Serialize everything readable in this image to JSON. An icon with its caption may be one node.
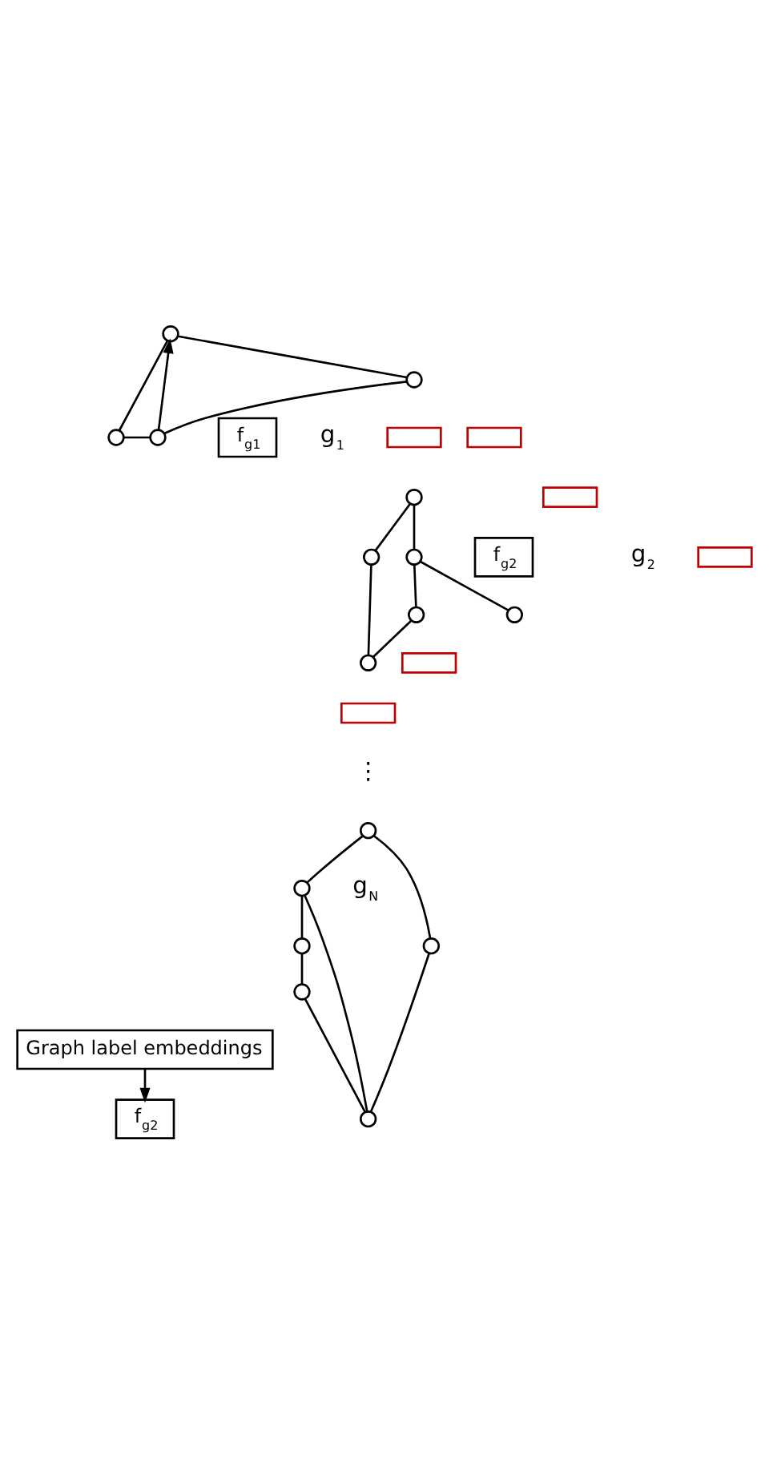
{
  "diagram": {
    "nodes": [
      {
        "text": [],
        "shape": "circle"
      },
      {
        "text": [],
        "shape": "circle"
      },
      {
        "text": [],
        "shape": "circle"
      },
      {
        "text": [],
        "shape": "circle"
      },
      {
        "text": [
          "f$_{g1}$"
        ]
      },
      {
        "text": [],
        "shape": "circle"
      },
      {
        "text": [],
        "shape": "circle"
      },
      {
        "text": [],
        "shape": "circle"
      },
      {
        "text": [],
        "shape": "circle"
      },
      {
        "text": [],
        "shape": "circle"
      },
      {
        "text": [],
        "shape": "circle"
      },
      {
        "text": [],
        "shape": "box"
      },
      {
        "text": [],
        "shape": "box"
      },
      {
        "text": [],
        "shape": "box"
      },
      {
        "text": [],
        "shape": "box"
      },
      {
        "text": [],
        "shape": "box"
      },
      {
        "text": [],
        "shape": "box"
      },
      {
        "text": [
          "f$_{g2}$"
        ]
      },
      {
        "text": [],
        "shape": "circle"
      },
      {
        "text": [],
        "shape": "circle"
      },
      {
        "text": [],
        "shape": "circle"
      },
      {
        "text": [],
        "shape": "circle"
      },
      {
        "text": [],
        "shape": "circle"
      },
      {
        "text": [],
        "shape": "circle"
      },
      {
        "text": [
          "f$_{g2}$"
        ]
      },
      {
        "text": [
          "Graph label embeddings"
        ]
      }
    ],
    "edges": [
      {
        "from": 0,
        "to": 1,
        "arrow": "none"
      },
      {
        "from": 1,
        "to": 2,
        "arrow": "none"
      },
      {
        "from": 2,
        "to": 0,
        "arrow": "to"
      },
      {
        "from": 0,
        "to": 3,
        "arrow": "none"
      },
      {
        "from": 3,
        "to": 2,
        "arrow": "none"
      },
      {
        "from": 8,
        "to": 5,
        "arrow": "none"
      },
      {
        "from": 5,
        "to": 7,
        "arrow": "none"
      },
      {
        "from": 7,
        "to": 6,
        "arrow": "none"
      },
      {
        "from": 7,
        "to": 10,
        "arrow": "none"
      },
      {
        "from": 10,
        "to": 9,
        "arrow": "none"
      },
      {
        "from": 9,
        "to": 8,
        "arrow": "none"
      },
      {
        "from": 18,
        "to": 19,
        "arrow": "none"
      },
      {
        "from": 19,
        "to": 20,
        "arrow": "none"
      },
      {
        "from": 18,
        "to": 21,
        "arrow": "none"
      },
      {
        "from": 21,
        "to": 22,
        "arrow": "none"
      },
      {
        "from": 19,
        "to": 22,
        "arrow": "none"
      },
      {
        "from": 22,
        "to": 23,
        "arrow": "none"
      },
      {
        "from": 20,
        "to": 23,
        "arrow": "none"
      },
      {
        "from": 25,
        "to": 24,
        "arrow": "to"
      }
    ],
    "labels": [
      "g$_{1}$",
      "g$_{2}$",
      "⋮",
      "g$_{N}$"
    ]
  }
}
